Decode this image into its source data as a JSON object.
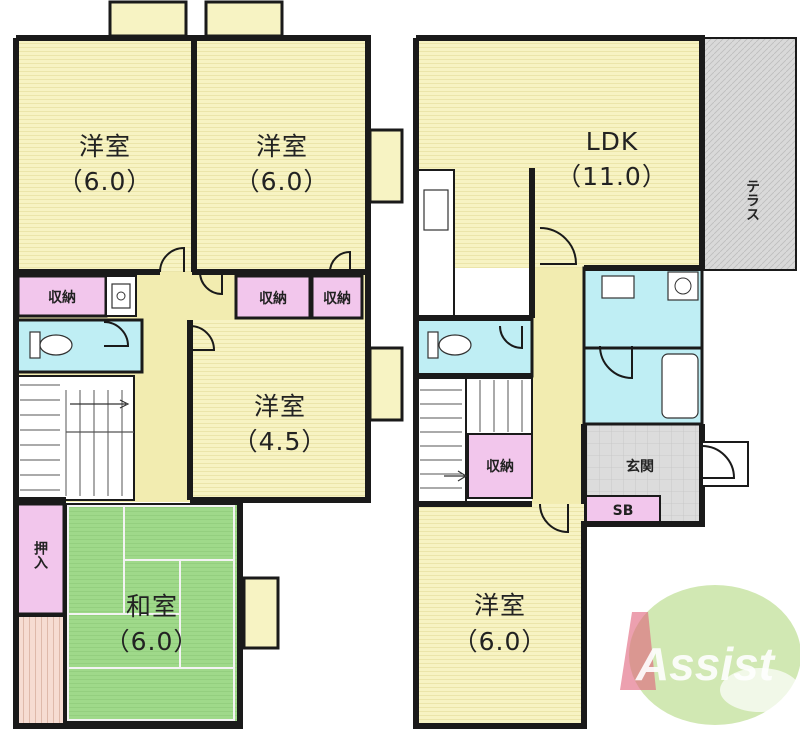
{
  "colors": {
    "room": "#f7f3c3",
    "hall": "#f2ecb0",
    "storage": "#f2c6ec",
    "wet": "#bfeef4",
    "tatami": "#9fd98a",
    "entry": "#dcdcdc",
    "terrace": "#d9d9d9",
    "wall": "#1a1a1a",
    "logo": "#c9e4a6",
    "logo_accent": "#e0607a"
  },
  "left_floor": {
    "bedroom_nw": {
      "name": "洋室",
      "size": "（6.0）"
    },
    "bedroom_ne": {
      "name": "洋室",
      "size": "（6.0）"
    },
    "bedroom_mid": {
      "name": "洋室",
      "size": "（4.5）"
    },
    "storage_1": "収納",
    "storage_2": "収納",
    "storage_3": "収納",
    "closet": "押入",
    "washitsu": {
      "name": "和室",
      "size": "（6.0）"
    }
  },
  "right_floor": {
    "ldk": {
      "name": "LDK",
      "size": "（11.0）"
    },
    "terrace": "テラス",
    "storage": "収納",
    "genkan": "玄関",
    "shoebox": "SB",
    "bedroom": {
      "name": "洋室",
      "size": "（6.0）"
    }
  },
  "logo": {
    "text": "Assist"
  },
  "icons": [
    "toilet-icon",
    "sink-icon",
    "bathtub-icon",
    "washer-icon",
    "stairs-icon"
  ]
}
